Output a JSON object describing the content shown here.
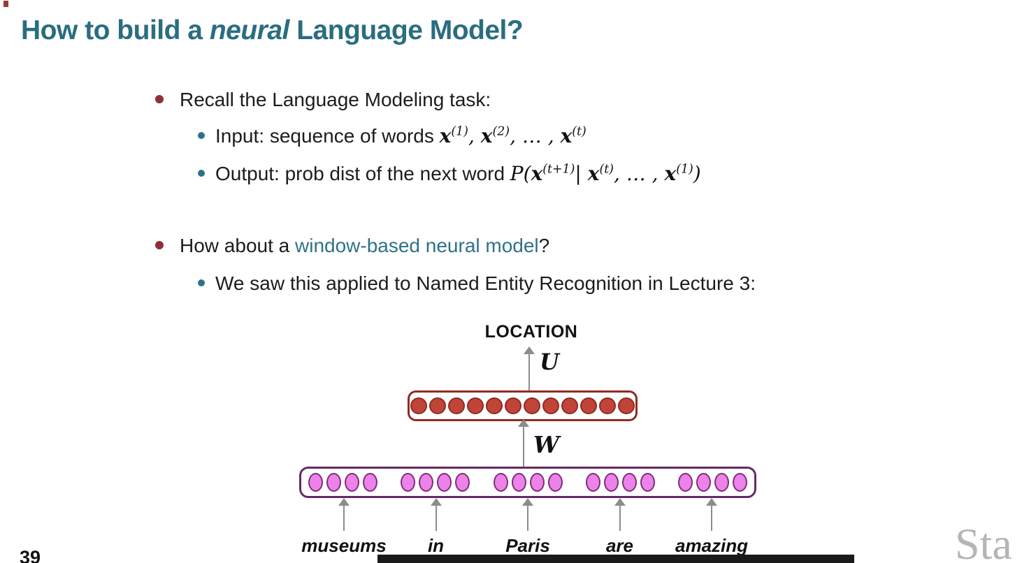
{
  "slide": {
    "page_number": "39",
    "watermark": "Sta",
    "title": {
      "prefix": "How to build a ",
      "emphasis": "neural",
      "suffix": " Language Model?"
    },
    "bullets": {
      "recall": "Recall the Language Modeling task:",
      "input_label": "Input: sequence of words ",
      "output_label": "Output: prob dist of the next word ",
      "how_about_prefix": "How about a ",
      "how_about_highlight": "window-based neural model",
      "how_about_suffix": "?",
      "ner": "We saw this applied to Named Entity Recognition in Lecture 3:"
    },
    "formulas": {
      "input": [
        {
          "t": "x",
          "b": true
        },
        {
          "sup": "(1)"
        },
        {
          "t": ", "
        },
        {
          "t": "x",
          "b": true
        },
        {
          "sup": "(2)"
        },
        {
          "t": ", … , "
        },
        {
          "t": "x",
          "b": true
        },
        {
          "sup": "(t)"
        }
      ],
      "output": [
        {
          "t": "P("
        },
        {
          "t": "x",
          "b": true
        },
        {
          "sup": "(t+1)"
        },
        {
          "t": "| "
        },
        {
          "t": "x",
          "b": true
        },
        {
          "sup": "(t)"
        },
        {
          "t": ", … , "
        },
        {
          "t": "x",
          "b": true
        },
        {
          "sup": "(1)"
        },
        {
          "t": ")"
        }
      ]
    },
    "diagram": {
      "output_class_label": "LOCATION",
      "u_matrix_label": "U",
      "w_matrix_label": "W",
      "hidden_units": 12,
      "input_groups": 5,
      "units_per_group": 4,
      "words": [
        "museums",
        "in",
        "Paris",
        "are",
        "amazing"
      ],
      "underlined_word": "Paris"
    },
    "colors": {
      "title_teal": "#2a6d80",
      "teal_text": "#2e7288",
      "maroon_bullet": "#8e2f39",
      "hidden_unit_fill": "#c14438",
      "hidden_unit_border": "#8f2b24",
      "input_unit_fill": "#ec82ea",
      "input_unit_border": "#7c2f78",
      "input_box_border": "#652a68",
      "arrow_gray": "#8c8c8c",
      "watermark_gray": "#b5b5b5"
    }
  }
}
